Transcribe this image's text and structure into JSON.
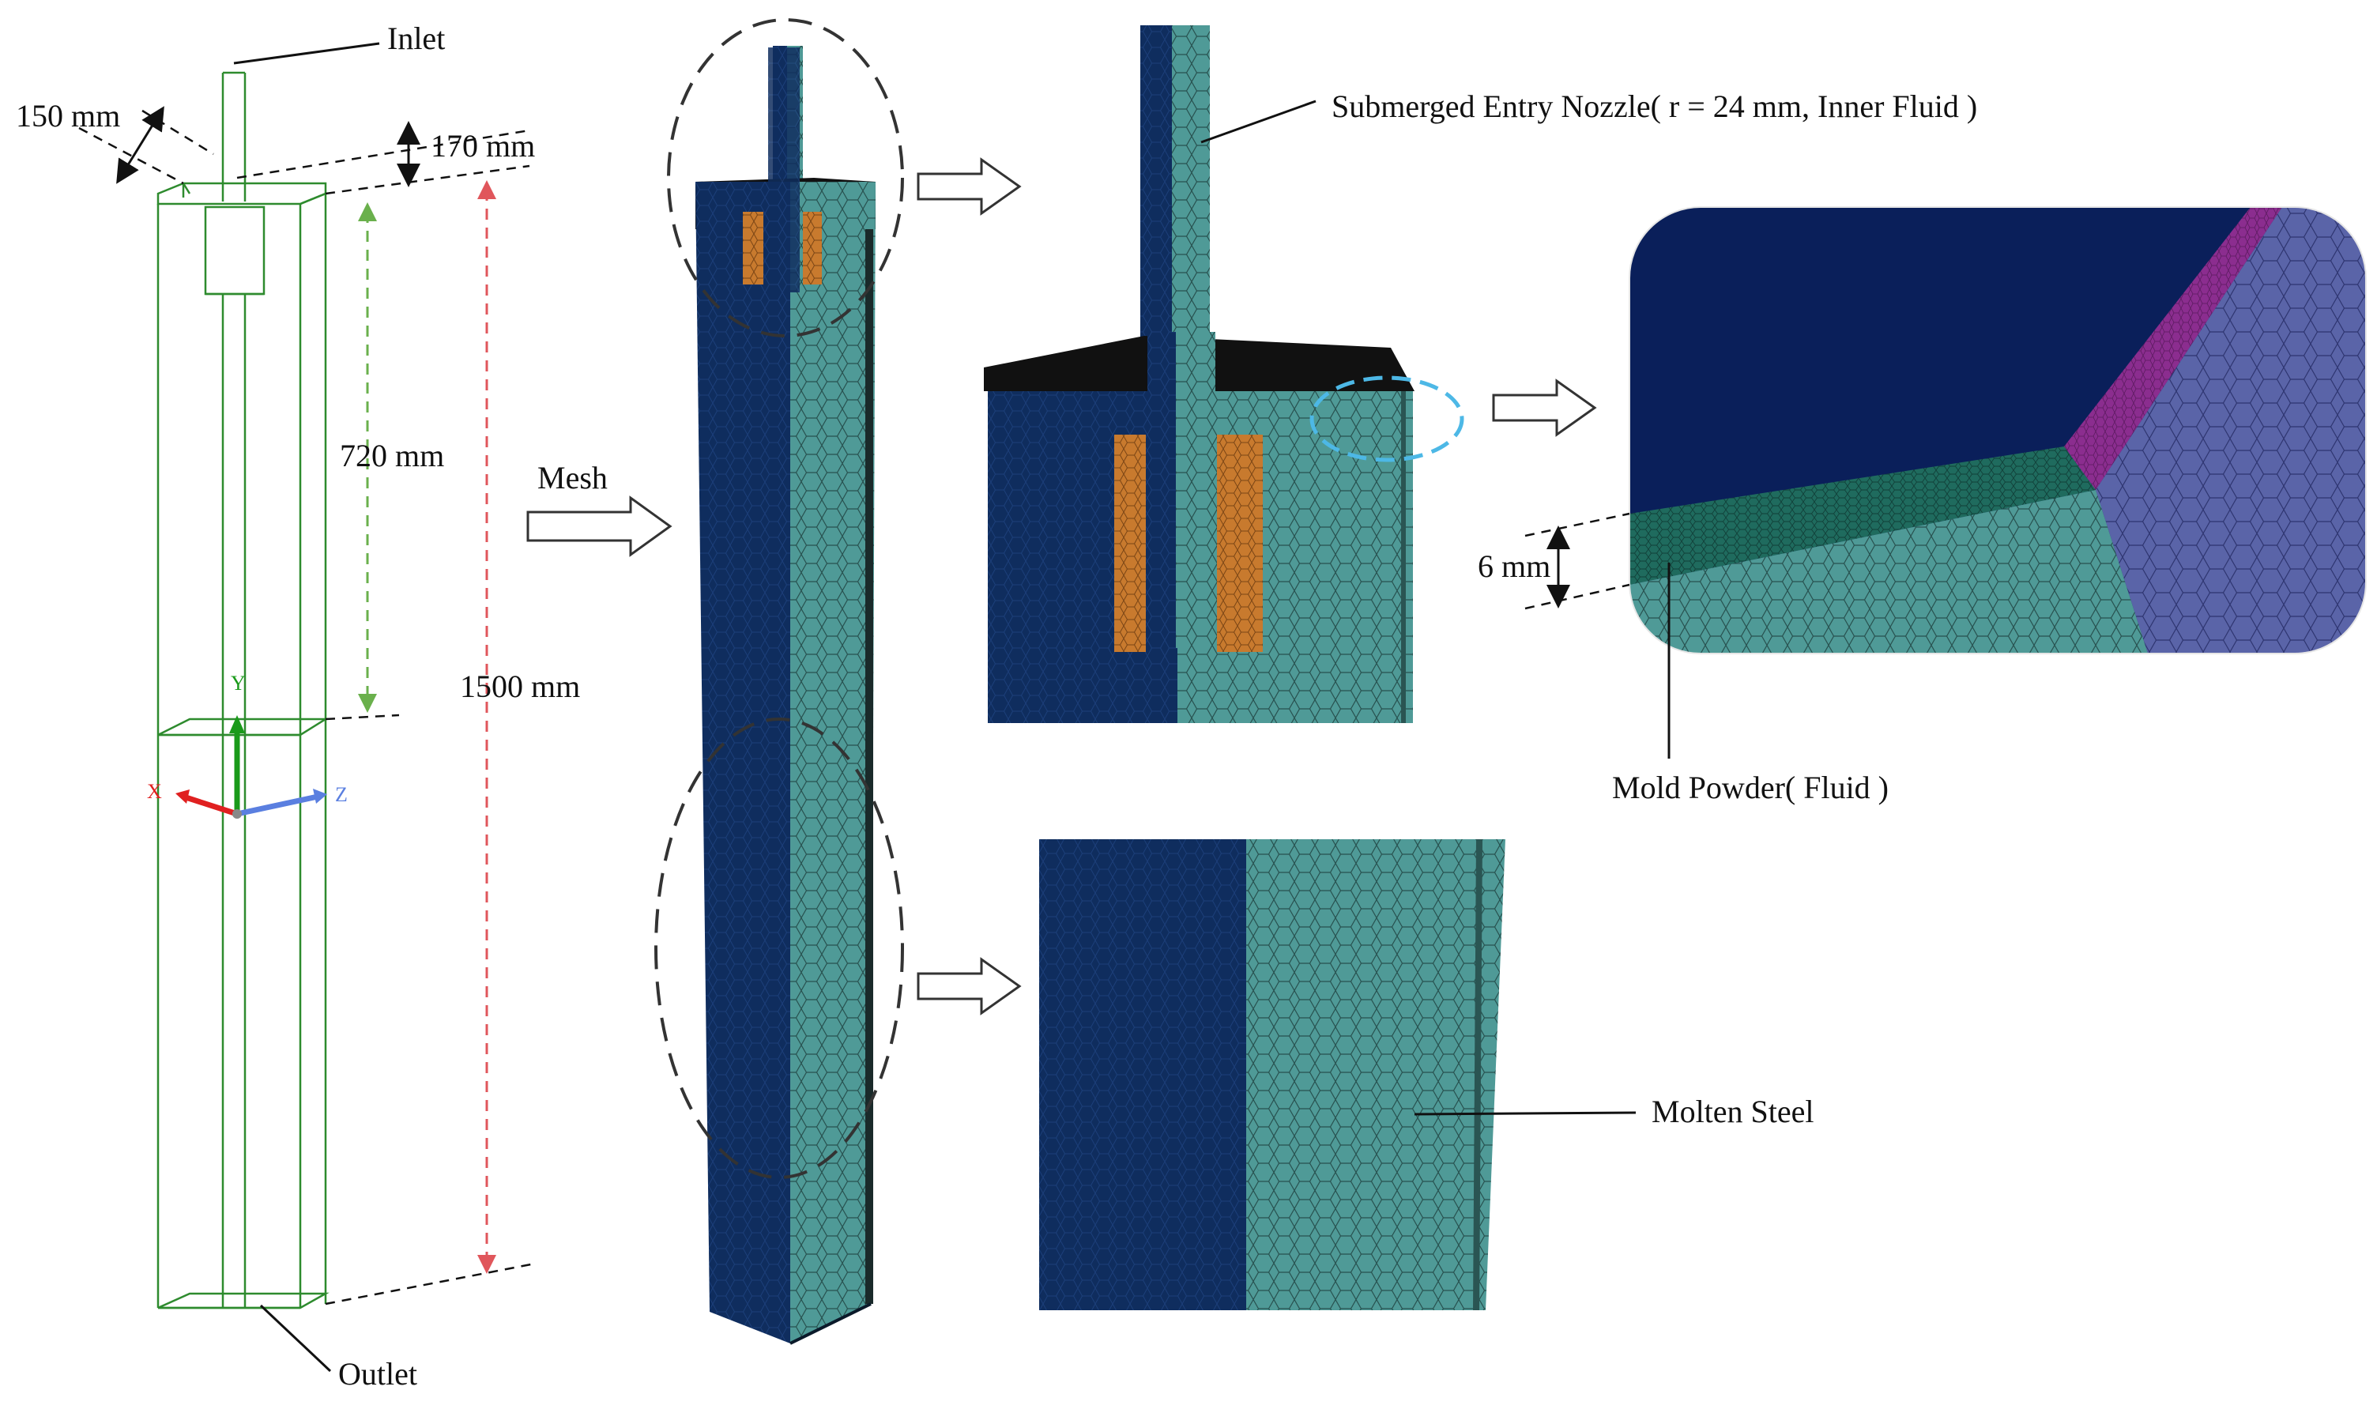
{
  "labels": {
    "inlet": "Inlet",
    "outlet": "Outlet",
    "dim_150": "150 mm",
    "dim_170": "170 mm",
    "dim_720": "720 mm",
    "dim_1500": "1500 mm",
    "mesh": "Mesh",
    "sen": "Submerged Entry Nozzle( r = 24 mm, Inner Fluid )",
    "dim_6": "6 mm",
    "mold_powder": "Mold Powder( Fluid )",
    "molten_steel": "Molten Steel"
  },
  "axes": {
    "x": "X",
    "y": "Y",
    "z": "Z"
  },
  "colors": {
    "geometry_lines": "#2e8b2e",
    "nozzle_fluid": "#0f2d5e",
    "molten_steel": "#4f9a97",
    "mold_powder": "#1f6b5e",
    "slag_top": "#111111",
    "nozzle_wall": "#c87a2e",
    "powder_face": "#8b2d8f",
    "side_face": "#5a64a8",
    "dim_720": "#6ab04c",
    "dim_1500": "#e0565b",
    "callout_cyan": "#4db8e6",
    "axis_x": "#e02020",
    "axis_y": "#1a9a1a",
    "axis_z": "#5a7fe0"
  }
}
